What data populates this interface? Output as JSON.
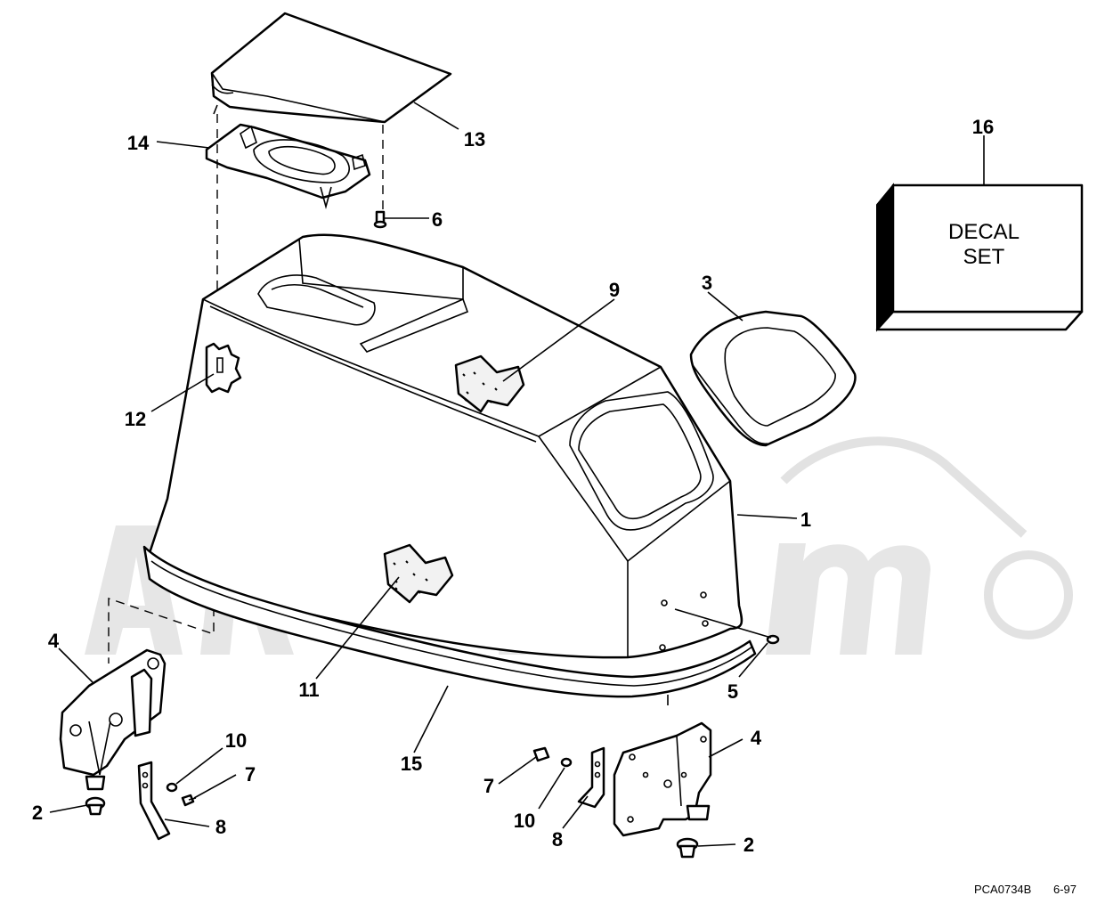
{
  "diagram": {
    "callouts": [
      {
        "id": "c1",
        "label": "1"
      },
      {
        "id": "c2a",
        "label": "2"
      },
      {
        "id": "c2b",
        "label": "2"
      },
      {
        "id": "c3",
        "label": "3"
      },
      {
        "id": "c4a",
        "label": "4"
      },
      {
        "id": "c4b",
        "label": "4"
      },
      {
        "id": "c5",
        "label": "5"
      },
      {
        "id": "c6",
        "label": "6"
      },
      {
        "id": "c7a",
        "label": "7"
      },
      {
        "id": "c7b",
        "label": "7"
      },
      {
        "id": "c8a",
        "label": "8"
      },
      {
        "id": "c8b",
        "label": "8"
      },
      {
        "id": "c9",
        "label": "9"
      },
      {
        "id": "c10a",
        "label": "10"
      },
      {
        "id": "c10b",
        "label": "10"
      },
      {
        "id": "c11",
        "label": "11"
      },
      {
        "id": "c12",
        "label": "12"
      },
      {
        "id": "c13",
        "label": "13"
      },
      {
        "id": "c14",
        "label": "14"
      },
      {
        "id": "c15",
        "label": "15"
      },
      {
        "id": "c16",
        "label": "16"
      }
    ],
    "decal_box": {
      "line1": "DECAL",
      "line2": "SET"
    },
    "drawing_code": "PCA0734B",
    "date_code": "6-97"
  }
}
